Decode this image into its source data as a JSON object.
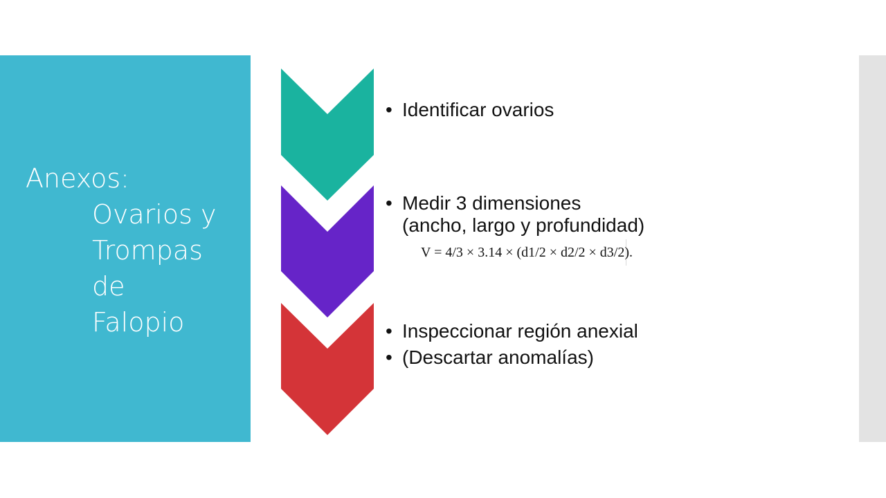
{
  "title": {
    "line1": "Anexos:",
    "line2": "Ovarios y",
    "line3": "Trompas",
    "line4": "de",
    "line5": "Falopio"
  },
  "steps": [
    {
      "color": "#1ab39f",
      "bullets": [
        "Identificar ovarios"
      ]
    },
    {
      "color": "#6624c8",
      "bullets": [
        "Medir 3 dimensiones",
        "(ancho, largo y profundidad)"
      ]
    },
    {
      "color": "#d43438",
      "bullets": [
        "Inspeccionar región anexial",
        "(Descartar anomalías)"
      ]
    }
  ],
  "formula": "V = 4/3 × 3.14 × (d1/2 × d2/2 × d3/2)."
}
